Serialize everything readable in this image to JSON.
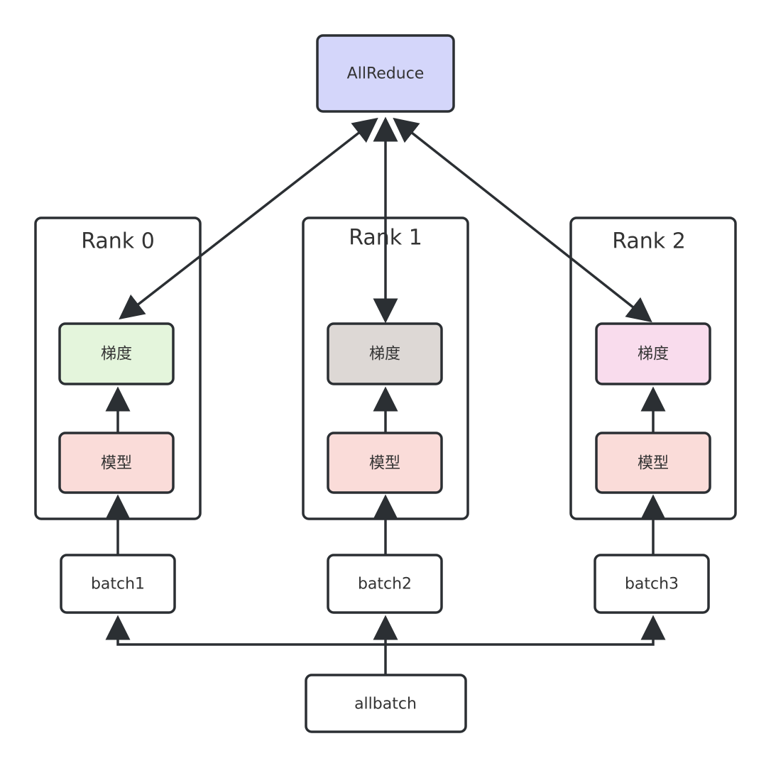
{
  "nodes": {
    "allreduce": {
      "label": "AllReduce",
      "fill": "#d4d6fa"
    },
    "allbatch": {
      "label": "allbatch",
      "fill": "#ffffff"
    }
  },
  "ranks": [
    {
      "title": "Rank 0",
      "gradient": {
        "label": "梯度",
        "fill": "#e4f5dc"
      },
      "model": {
        "label": "模型",
        "fill": "#fadcd9"
      },
      "batch": {
        "label": "batch1",
        "fill": "#ffffff"
      }
    },
    {
      "title": "Rank 1",
      "gradient": {
        "label": "梯度",
        "fill": "#ddd8d5"
      },
      "model": {
        "label": "模型",
        "fill": "#fadcd9"
      },
      "batch": {
        "label": "batch2",
        "fill": "#ffffff"
      }
    },
    {
      "title": "Rank 2",
      "gradient": {
        "label": "梯度",
        "fill": "#f9dced"
      },
      "model": {
        "label": "模型",
        "fill": "#fadcd9"
      },
      "batch": {
        "label": "batch3",
        "fill": "#ffffff"
      }
    }
  ],
  "colors": {
    "stroke": "#2b2f33",
    "text": "#333333"
  }
}
